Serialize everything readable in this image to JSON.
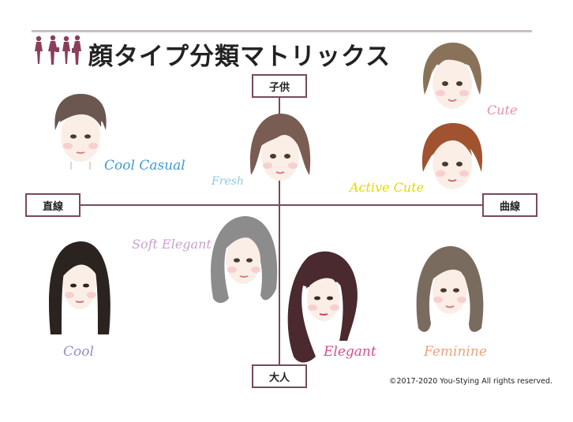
{
  "title": "顔タイプ分類マトリックス",
  "axes": {
    "top": "子供",
    "bottom": "大人",
    "left": "直線",
    "right": "曲線"
  },
  "types": {
    "cute": "Cute",
    "cool_casual": "Cool Casual",
    "fresh": "Fresh",
    "active_cute": "Active Cute",
    "soft_elegant": "Soft Elegant",
    "cool": "Cool",
    "elegant": "Elegant",
    "feminine": "Feminine"
  },
  "colors": {
    "axis": "#7a4a5a",
    "cute": "#e58fa9",
    "cool_casual": "#3a9bd6",
    "fresh": "#8fc9e6",
    "active_cute": "#e6d800",
    "soft_elegant": "#c9a0cf",
    "cool": "#9a88c8",
    "elegant": "#d44f8e",
    "feminine": "#f2a07e"
  },
  "copyright": "©2017-2020 You-Stying All rights reserved."
}
